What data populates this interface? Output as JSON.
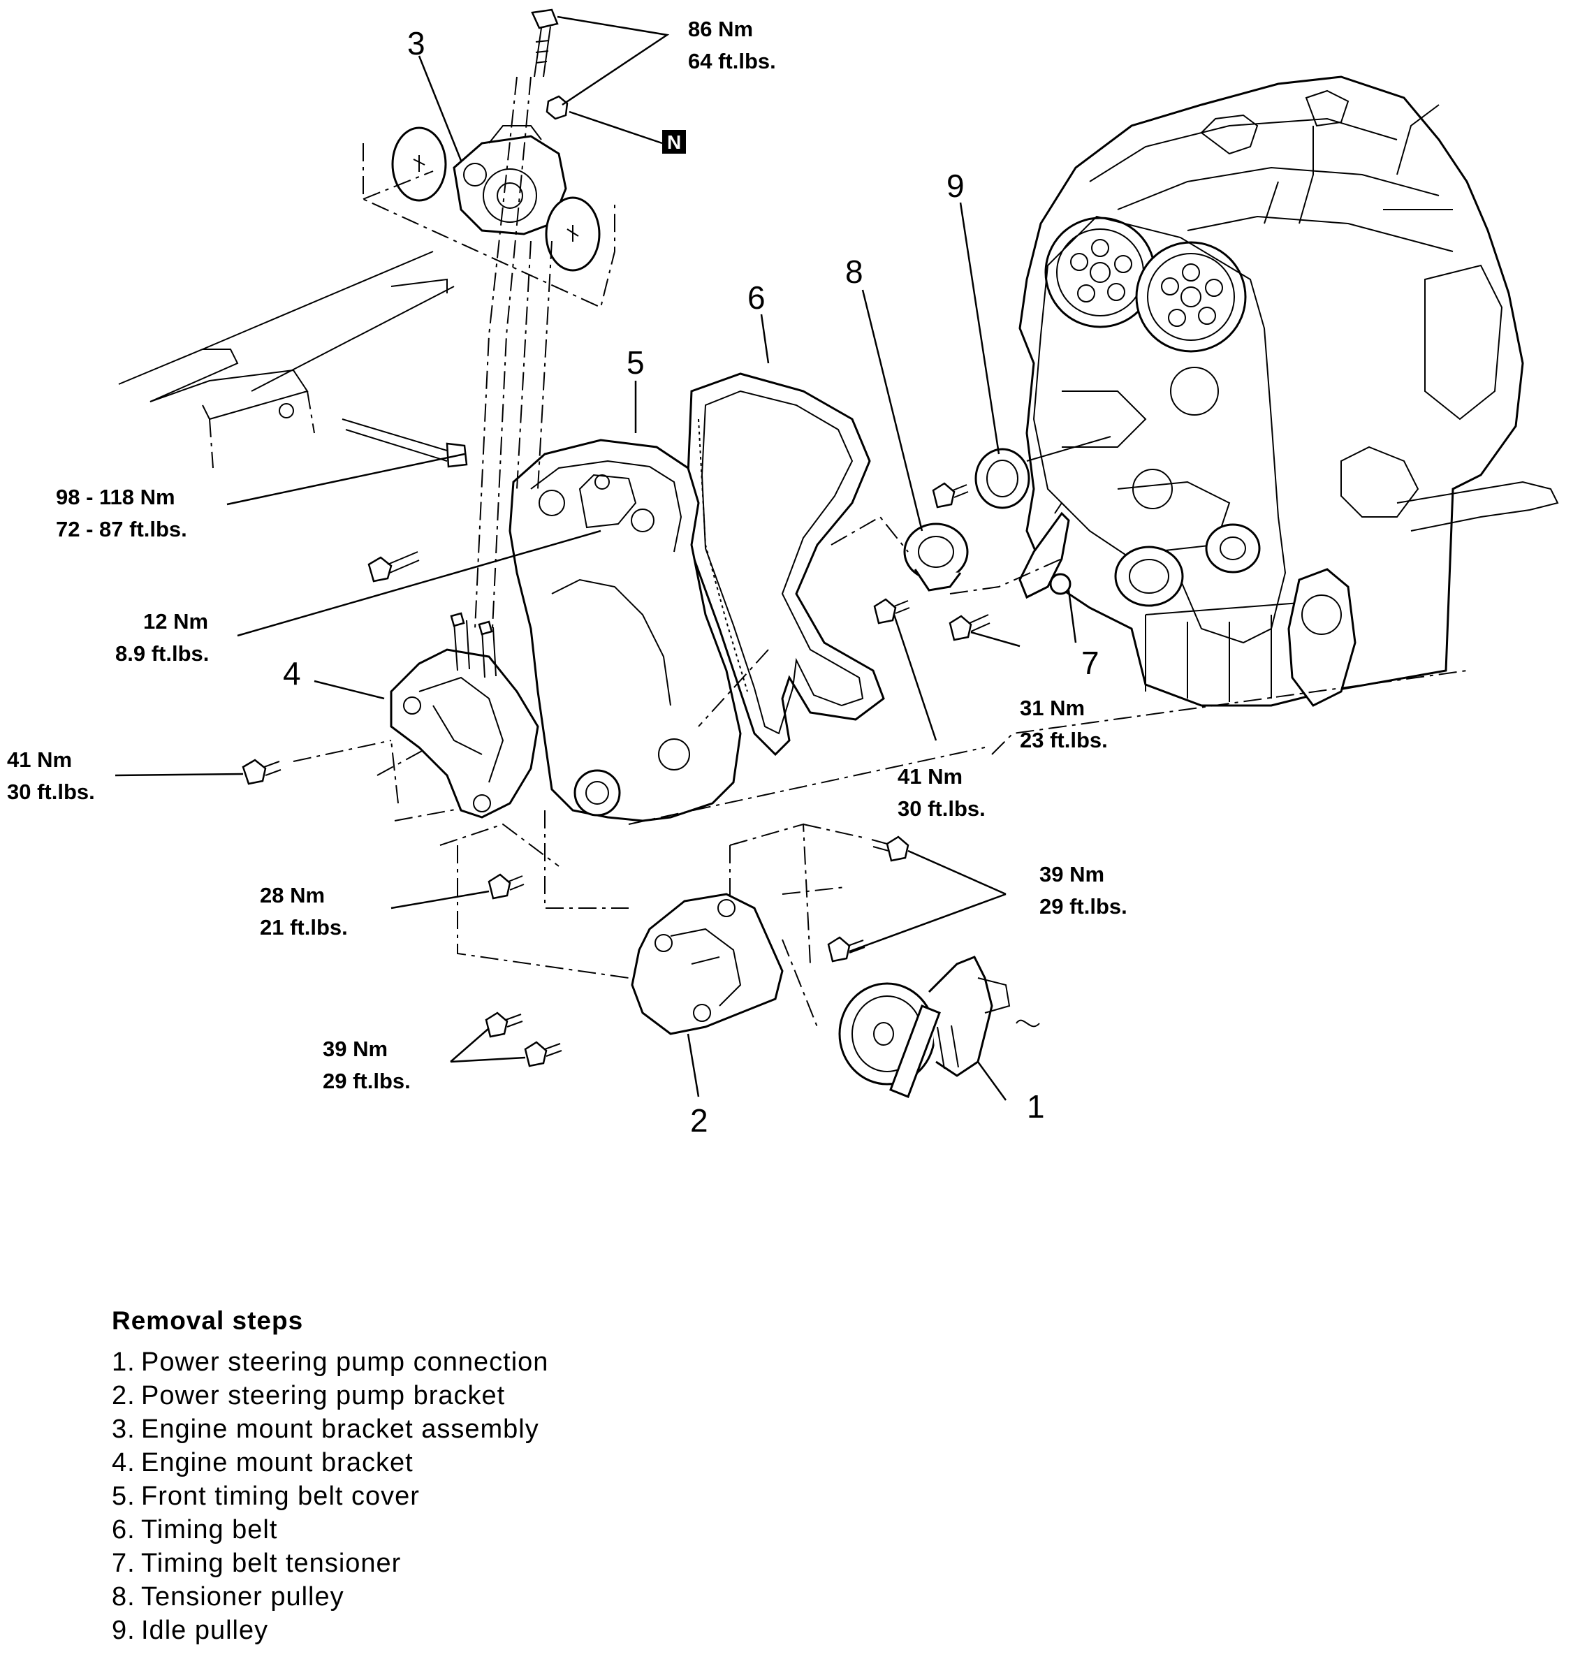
{
  "callouts": {
    "c1": "1",
    "c2": "2",
    "c3": "3",
    "c4": "4",
    "c5": "5",
    "c6": "6",
    "c7": "7",
    "c8": "8",
    "c9": "9"
  },
  "torques": {
    "t86": [
      "86 Nm",
      "64 ft.lbs."
    ],
    "n_mark": "N",
    "t98": [
      "98 - 118 Nm",
      "72 - 87 ft.lbs."
    ],
    "t12": [
      "12 Nm",
      "8.9 ft.lbs."
    ],
    "t41_left": [
      "41 Nm",
      "30 ft.lbs."
    ],
    "t41_mid": [
      "41 Nm",
      "30 ft.lbs."
    ],
    "t31": [
      "31 Nm",
      "23 ft.lbs."
    ],
    "t28": [
      "28 Nm",
      "21 ft.lbs."
    ],
    "t39_right": [
      "39 Nm",
      "29 ft.lbs."
    ],
    "t39_bottom": [
      "39 Nm",
      "29 ft.lbs."
    ]
  },
  "legend": {
    "title": "Removal steps",
    "items": [
      {
        "n": "1.",
        "text": "Power steering pump connection"
      },
      {
        "n": "2.",
        "text": "Power steering pump bracket"
      },
      {
        "n": "3.",
        "text": "Engine mount bracket assembly"
      },
      {
        "n": "4.",
        "text": "Engine mount bracket"
      },
      {
        "n": "5.",
        "text": "Front timing belt cover"
      },
      {
        "n": "6.",
        "text": "Timing belt"
      },
      {
        "n": "7.",
        "text": "Timing belt tensioner"
      },
      {
        "n": "8.",
        "text": "Tensioner pulley"
      },
      {
        "n": "9.",
        "text": "Idle pulley"
      }
    ]
  }
}
